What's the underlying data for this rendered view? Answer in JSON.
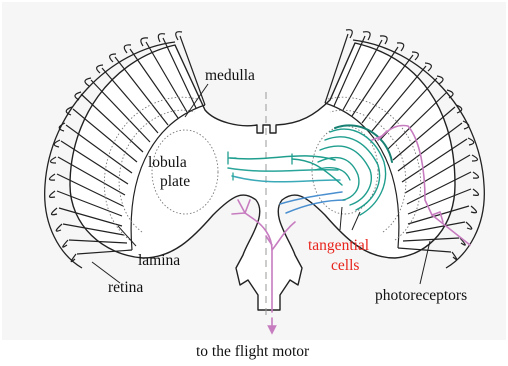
{
  "labels": {
    "medulla": "medulla",
    "lobula_line1": "lobula",
    "lobula_line2": "plate",
    "lamina": "lamina",
    "retina": "retina",
    "tangential_line1": "tangential",
    "tangential_line2": "cells",
    "photoreceptors": "photoreceptors",
    "flight_motor": "to the flight motor"
  },
  "colors": {
    "background": "#f6f6f6",
    "outline": "#222222",
    "neuron_pink": "#c77cc0",
    "neuron_teal": "#1f9e8e",
    "neuron_blue": "#4a8fcf",
    "tangential_text": "#e8241c",
    "dotted": "#777777"
  }
}
